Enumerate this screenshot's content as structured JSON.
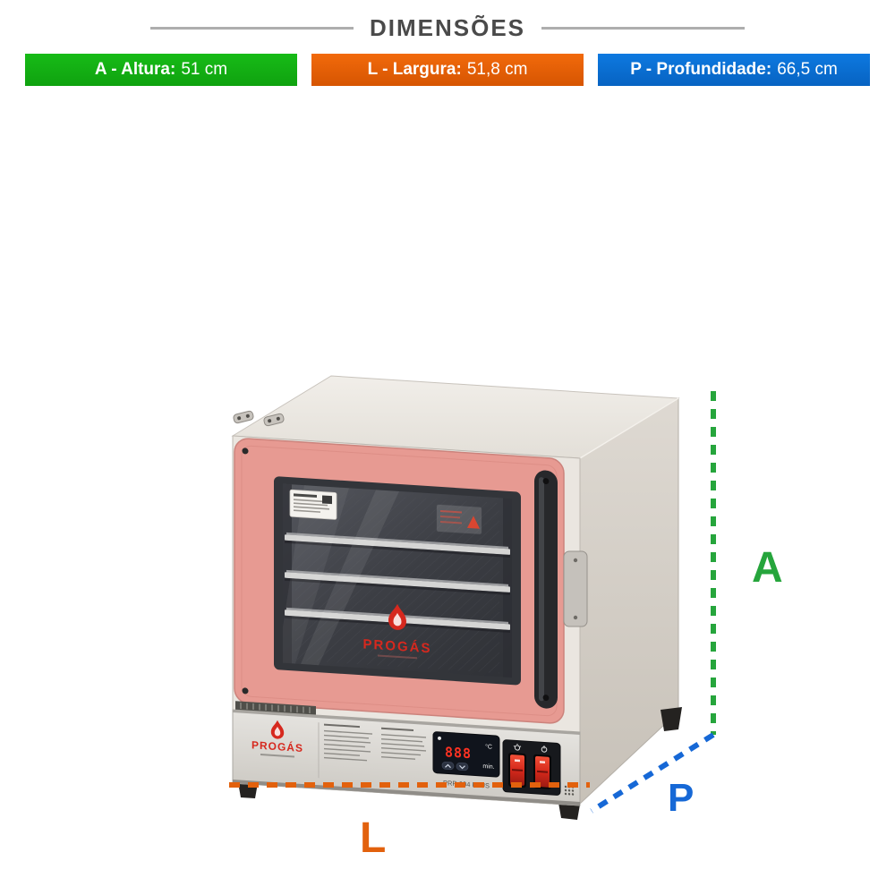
{
  "header": {
    "title": "DIMENSÕES",
    "banners": [
      {
        "label": "A - Altura:",
        "value": "51 cm",
        "color": "#12b212"
      },
      {
        "label": "L - Largura:",
        "value": "51,8 cm",
        "color": "#e55f05"
      },
      {
        "label": "P - Profundidade:",
        "value": "66,5 cm",
        "color": "#0a70d6"
      }
    ]
  },
  "dimensions": {
    "height_label": "A",
    "width_label": "L",
    "depth_label": "P"
  },
  "oven": {
    "brand": "PROGÁS",
    "model": "PRP-004 PLUS",
    "display": {
      "digits": "888",
      "unit_temp": "°C",
      "unit_time": "min."
    }
  },
  "colors": {
    "line_green": "#26a53c",
    "line_blue": "#1668d6",
    "line_orange": "#e2610d",
    "door_salmon": "#e79a92",
    "brand_red": "#d6281e",
    "display_digit_red": "#ff3222"
  }
}
